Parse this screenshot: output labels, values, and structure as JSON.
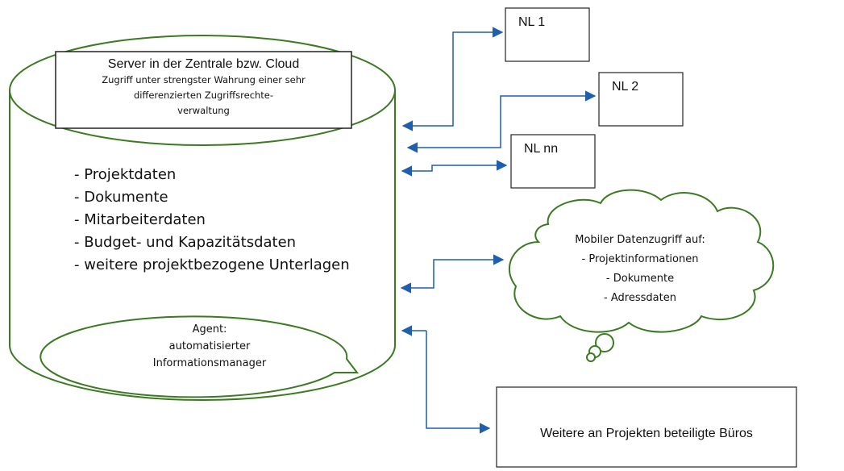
{
  "server": {
    "title": "Server in der Zentrale bzw. Cloud",
    "line1": "Zugriff unter strengster Wahrung einer sehr",
    "line2": "differenzierten Zugriffsrechte-",
    "line3": "verwaltung"
  },
  "data_list": [
    "- Projektdaten",
    "- Dokumente",
    "- Mitarbeiterdaten",
    "- Budget- und Kapazitätsdaten",
    "- weitere projektbezogene Unterlagen"
  ],
  "agent": {
    "line1": "Agent:",
    "line2": "automatisierter",
    "line3": "Informationsmanager"
  },
  "branches": {
    "nl1": "NL 1",
    "nl2": "NL 2",
    "nlnn": "NL nn"
  },
  "mobile": {
    "title": "Mobiler Datenzugriff auf:",
    "item1": "- Projektinformationen",
    "item2": "- Dokumente",
    "item3": "- Adressdaten"
  },
  "offices": "Weitere an Projekten beteiligte Büros",
  "colors": {
    "outline_green": "#3b7a22",
    "arrow_blue": "#1f5fae",
    "text": "#111111"
  }
}
